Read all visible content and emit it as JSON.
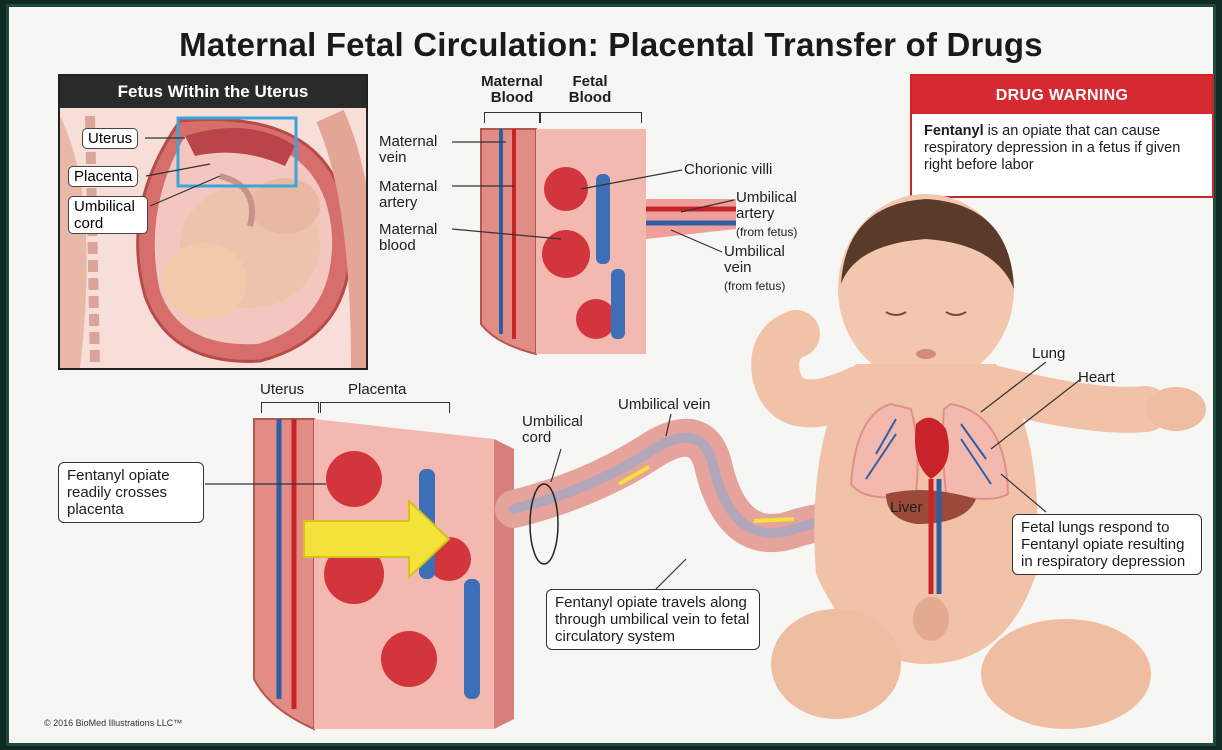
{
  "title": "Maternal Fetal Circulation: Placental Transfer of Drugs",
  "inset": {
    "heading": "Fetus Within the Uterus",
    "labels": {
      "uterus": "Uterus",
      "placenta": "Placenta",
      "umbilical_cord": "Umbilical cord"
    }
  },
  "top_diagram": {
    "maternal_blood_header": "Maternal Blood",
    "fetal_blood_header": "Fetal Blood",
    "maternal_vein": "Maternal vein",
    "maternal_artery": "Maternal artery",
    "maternal_blood": "Maternal blood",
    "chorionic_villi": "Chorionic villi",
    "umbilical_artery": "Umbilical artery",
    "umbilical_artery_note": "(from fetus)",
    "umbilical_vein": "Umbilical vein",
    "umbilical_vein_note": "(from fetus)"
  },
  "warning": {
    "heading": "DRUG WARNING",
    "bold_term": "Fentanyl",
    "text": " is an opiate that can cause respiratory depression in a fetus if given right before labor"
  },
  "bottom_diagram": {
    "uterus": "Uterus",
    "placenta": "Placenta",
    "umbilical_cord": "Umbilical cord",
    "umbilical_vein": "Umbilical vein",
    "callout_crosses": "Fentanyl opiate readily crosses placenta",
    "callout_travels": "Fentanyl opiate travels along through umbilical vein to fetal circulatory system"
  },
  "baby": {
    "lung": "Lung",
    "heart": "Heart",
    "liver": "Liver",
    "callout_lungs": "Fetal lungs respond to Fentanyl opiate resulting in respiratory depression"
  },
  "copyright": "© 2016 BioMed Illustrations LLC™",
  "colors": {
    "tissue": "#e79a93",
    "tissue_dark": "#c8605a",
    "artery_red": "#c8232a",
    "vein_blue": "#2d5fa8",
    "drug_yellow": "#f2e23a",
    "skin": "#f2c7ae",
    "warning_red": "#d52b30"
  }
}
